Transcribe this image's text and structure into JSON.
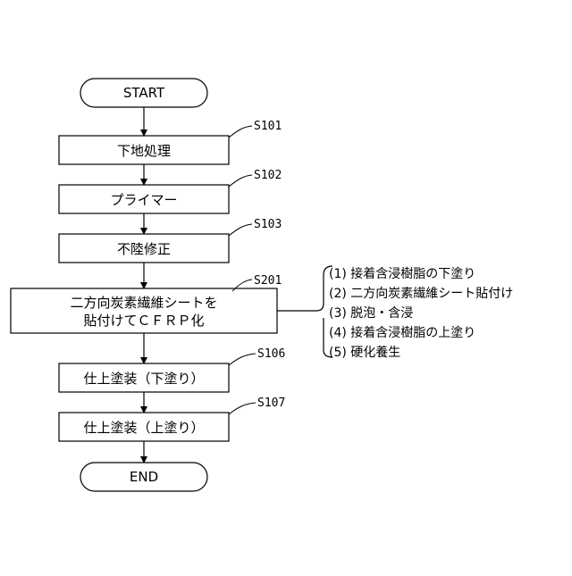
{
  "flowchart": {
    "start": "START",
    "end": "END",
    "steps": [
      {
        "id": "S101",
        "lines": [
          "下地処理"
        ]
      },
      {
        "id": "S102",
        "lines": [
          "プライマー"
        ]
      },
      {
        "id": "S103",
        "lines": [
          "不陸修正"
        ]
      },
      {
        "id": "S201",
        "lines": [
          "二方向炭素繊維シートを",
          "貼付けてＣＦＲＰ化"
        ]
      },
      {
        "id": "S106",
        "lines": [
          "仕上塗装（下塗り）"
        ]
      },
      {
        "id": "S107",
        "lines": [
          "仕上塗装（上塗り）"
        ]
      }
    ],
    "substeps": [
      "(1) 接着含浸樹脂の下塗り",
      "(2) 二方向炭素繊維シート貼付け",
      "(3) 脱泡・含浸",
      "(4) 接着含浸樹脂の上塗り",
      "(5) 硬化養生"
    ]
  }
}
